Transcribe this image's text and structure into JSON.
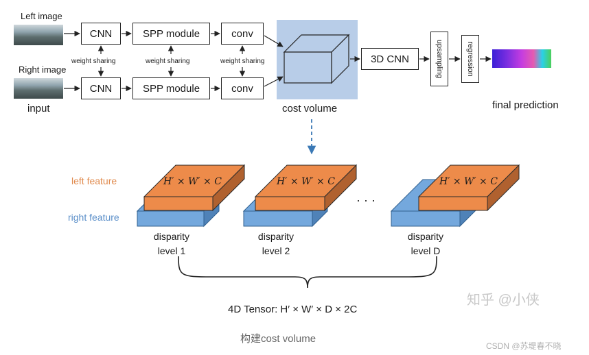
{
  "top": {
    "left_image_label": "Left image",
    "right_image_label": "Right image",
    "input_label": "input",
    "cnn_label": "CNN",
    "spp_label": "SPP module",
    "conv_label": "conv",
    "weight_sharing_label": "weight sharing",
    "cost_volume_label": "cost volume",
    "cnn3d_label": "3D CNN",
    "upsampling_label": "upsampling",
    "regression_label": "regression",
    "final_prediction_label": "final prediction"
  },
  "bottom": {
    "left_feature_label": "left feature",
    "right_feature_label": "right feature",
    "slab_math": "H′ × W′ × C",
    "ellipsis": "· · ·",
    "disparity_word": "disparity",
    "levels": [
      "level 1",
      "level 2",
      "level D"
    ],
    "tensor_label": "4D Tensor: H′ × W′ × D × 2C",
    "caption": "构建cost volume"
  },
  "watermarks": {
    "zhihu": "知乎 @小侠",
    "csdn": "CSDN @苏堤春不晓"
  },
  "colors": {
    "cost_volume_bg": "#b8cde8",
    "left_feature": "#ed8b4a",
    "left_feature_side": "#b0612f",
    "right_feature": "#74a8dd",
    "right_feature_side": "#4f82b8",
    "left_label": "#e08a4d",
    "right_label": "#5b8fc9",
    "dashed_arrow": "#3a78b5"
  },
  "icons": {
    "arrow": "arrow-right-icon",
    "dashed": "dashed-down-arrow-icon",
    "brace": "curly-brace-icon"
  }
}
